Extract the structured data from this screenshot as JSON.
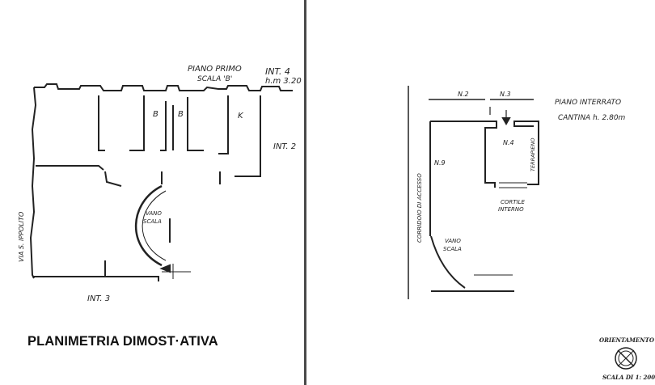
{
  "left_plan": {
    "floor": "PIANO PRIMO",
    "int": "INT. 4",
    "stair": "SCALA 'B'",
    "height": "h.m 3.20",
    "room_b1": "B",
    "room_b2": "B",
    "room_k": "K",
    "int2": "INT. 2",
    "street": "VIA S. IPPOLITO",
    "vano_scala_1": "VANO",
    "vano_scala_2": "SCALA",
    "int3": "INT. 3"
  },
  "right_plan": {
    "floor": "PIANO INTERRATO",
    "cantina": "CANTINA h. 2.80m",
    "n2": "N.2",
    "n3": "N.3",
    "n9": "N.9",
    "n4": "N.4",
    "corridor": "CORRIDOIO DI ACCESSO",
    "terrapieno": "TERRAPIENO",
    "cortile_1": "CORTILE",
    "cortile_2": "INTERNO",
    "vano_scala_1": "VANO",
    "vano_scala_2": "SCALA"
  },
  "footer": {
    "title": "PLANIMETRIA DIMOST·ATIVA",
    "orientamento": "ORIENTAMENTO",
    "scala": "SCALA DI 1: 200"
  }
}
